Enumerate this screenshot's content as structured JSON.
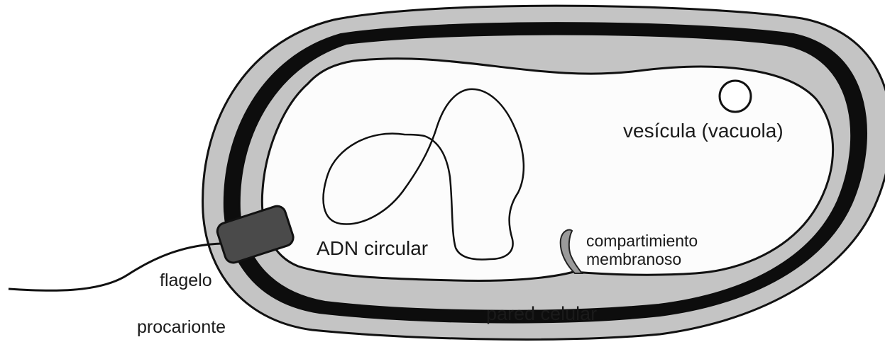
{
  "labels": {
    "vesicle": "vesícula (vacuola)",
    "dna": "ADN circular",
    "compartment_line1": "compartimiento",
    "compartment_line2": "membranoso",
    "flagellum": "flagelo",
    "prokaryote": "procarionte",
    "cell_wall": "pared celular"
  },
  "colors": {
    "outer_layer": "#c4c4c4",
    "membrane": "#0d0d0d",
    "inner_layer": "#c4c4c4",
    "cytoplasm": "#fcfcfc",
    "flagellum_motor": "#4a4a4a",
    "outline": "#111111"
  }
}
